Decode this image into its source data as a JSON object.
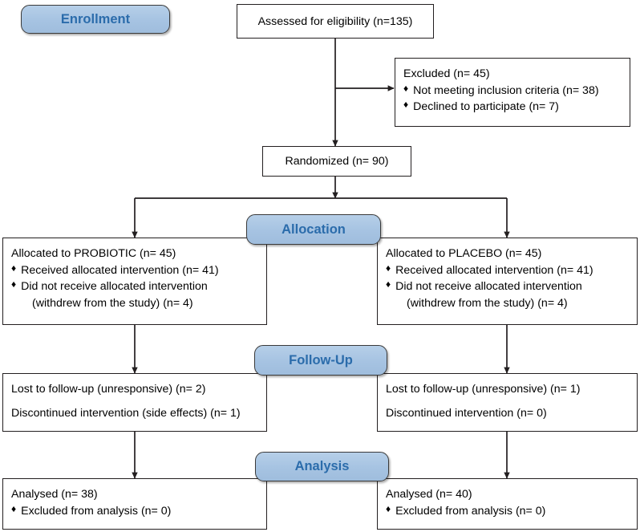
{
  "diagram": {
    "title": "CONSORT participant flow diagram",
    "colors": {
      "pill_fill": "#a6c3e2",
      "pill_text": "#2b6cab",
      "box_border": "#231f20",
      "connector": "#231f20",
      "background": "#ffffff"
    }
  },
  "stages": {
    "enrollment": "Enrollment",
    "allocation": "Allocation",
    "followup": "Follow-Up",
    "analysis": "Analysis"
  },
  "nodes": {
    "assessed": {
      "text": "Assessed for eligibility (n=135)"
    },
    "excluded": {
      "heading": "Excluded (n= 45)",
      "bullets": [
        "Not meeting inclusion criteria (n= 38)",
        "Declined to participate (n= 7)"
      ],
      "bullet_glyph": "♦"
    },
    "randomized": {
      "text": "Randomized (n= 90)"
    },
    "alloc_left": {
      "heading": "Allocated to PROBIOTIC (n= 45)",
      "bullets": [
        "Received allocated intervention (n= 41)",
        "Did not receive allocated intervention"
      ],
      "continuation": "(withdrew from the study) (n= 4)",
      "bullet_glyph": "♦"
    },
    "alloc_right": {
      "heading": "Allocated to PLACEBO (n= 45)",
      "bullets": [
        "Received allocated intervention (n= 41)",
        "Did not receive allocated intervention"
      ],
      "continuation": "(withdrew from the study) (n= 4)",
      "bullet_glyph": "♦"
    },
    "followup_left": {
      "line1": "Lost to follow-up (unresponsive) (n= 2)",
      "line2": "Discontinued intervention (side effects) (n= 1)"
    },
    "followup_right": {
      "line1": "Lost to follow-up (unresponsive) (n= 1)",
      "line2": "Discontinued intervention (n= 0)"
    },
    "analysis_left": {
      "heading": "Analysed (n= 38)",
      "bullets": [
        "Excluded from analysis (n= 0)"
      ],
      "bullet_glyph": "♦"
    },
    "analysis_right": {
      "heading": "Analysed (n= 40)",
      "bullets": [
        "Excluded from analysis (n= 0)"
      ],
      "bullet_glyph": "♦"
    }
  }
}
